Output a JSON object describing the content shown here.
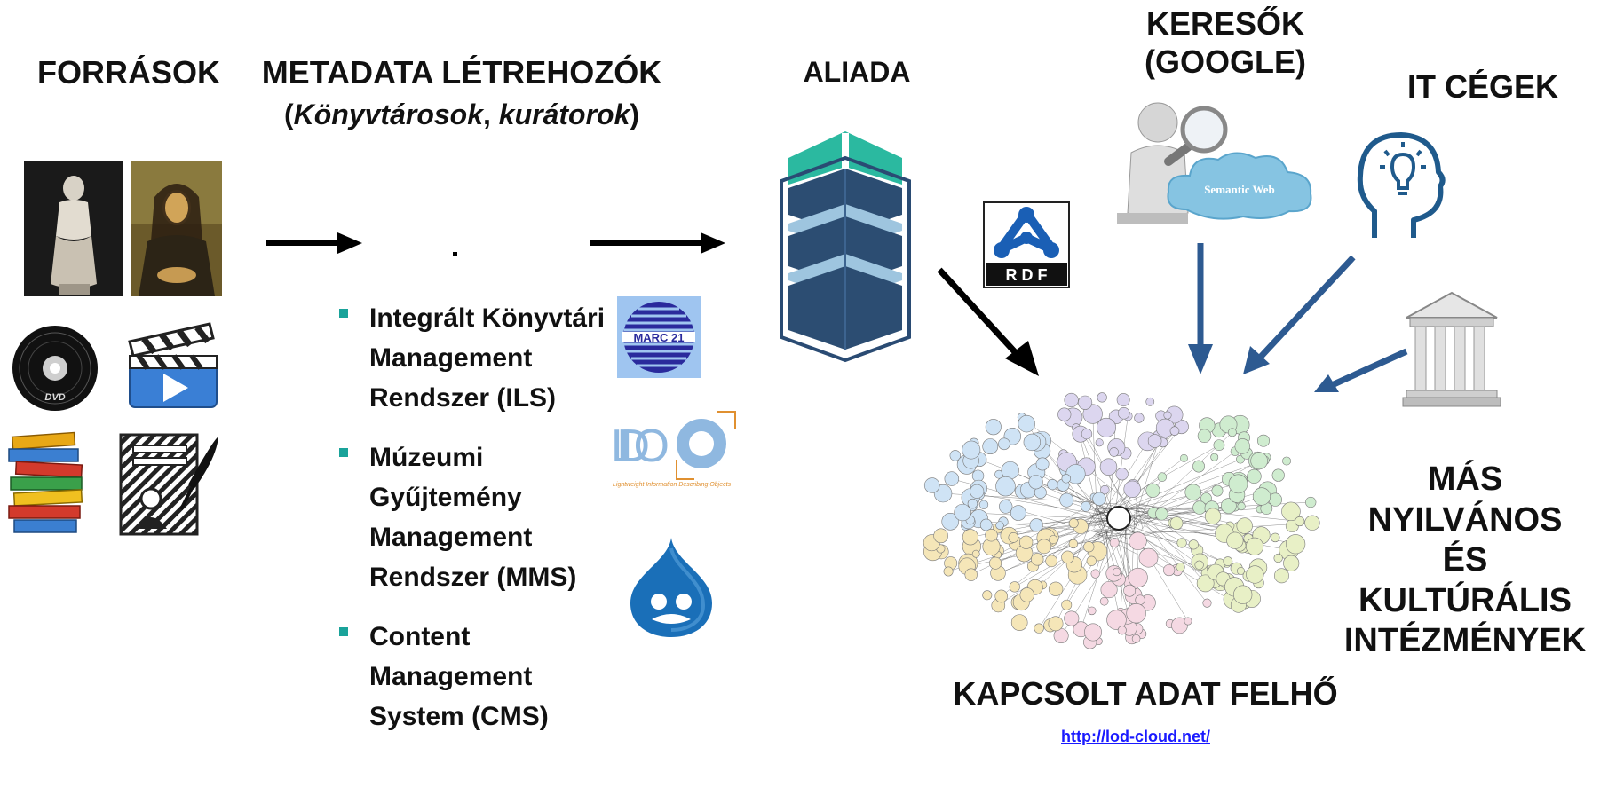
{
  "headers": {
    "sources": "FORRÁSOK",
    "metadata_creators": "METADATA LÉTREHOZÓK",
    "metadata_sub_open": "(",
    "metadata_sub_a": "Könyvtárosok",
    "metadata_sub_comma": ", ",
    "metadata_sub_b": "kurátorok",
    "metadata_sub_close": ")",
    "aliada": "ALIADA",
    "search_line1": "KERESŐK",
    "search_line2": "(GOOGLE)",
    "it": "IT CÉGEK",
    "public_line1": "MÁS NYILVÁNOS",
    "public_line2": "ÉS KULTÚRÁLIS",
    "public_line3": "INTÉZMÉNYEK",
    "cloud_title": "KAPCSOLT ADAT FELHŐ"
  },
  "systems": [
    {
      "label": "Integrált Könyvtári Management Rendszer (ILS)"
    },
    {
      "label": "Múzeumi Gyűjtemény Management Rendszer (MMS)"
    },
    {
      "label": "Content Management System (CMS)"
    }
  ],
  "logos": {
    "marc": "MARC 21",
    "lido": "LIDO",
    "lido_tagline": "Lightweight Information Describing Objects",
    "rdf": "R D F",
    "semantic_web": "Semantic Web",
    "dvd": "DVD"
  },
  "link": {
    "text": "http://lod-cloud.net/"
  },
  "colors": {
    "teal": "#2bb9a0",
    "navy": "#1f3a5c",
    "arrow_blue": "#2d5a91",
    "bullet": "#1aa39a",
    "marc_bg": "#9fc5f0",
    "marc_blue": "#2a2a9c",
    "drupal": "#1a6fb8"
  }
}
